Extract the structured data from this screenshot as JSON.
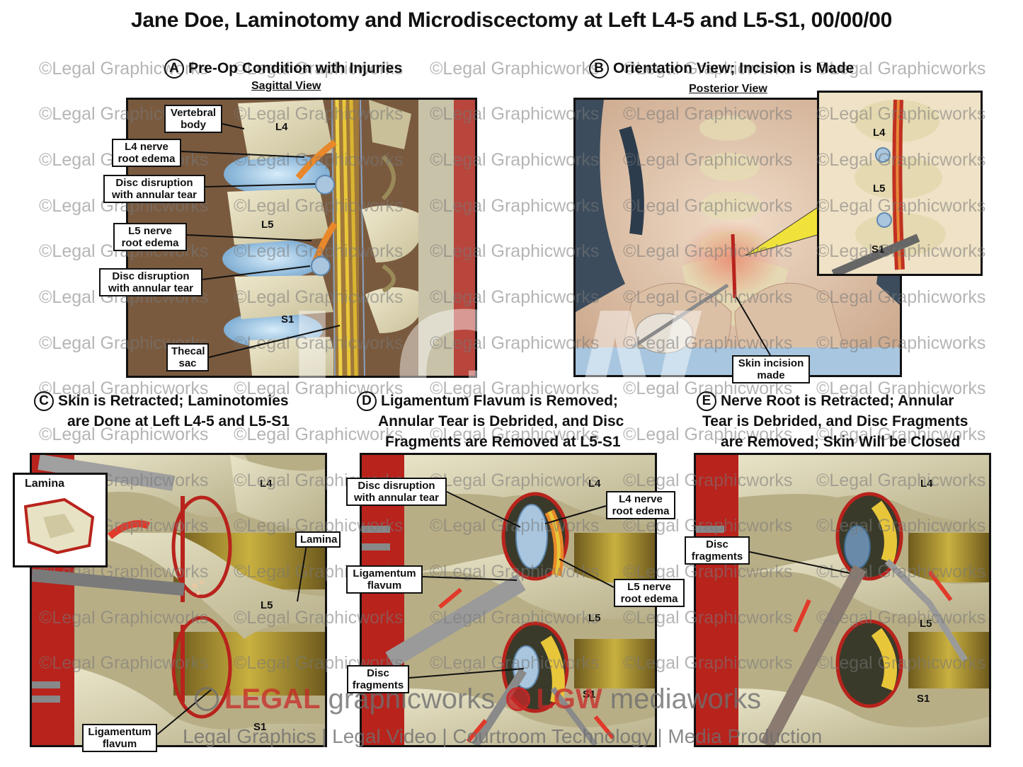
{
  "title": "Jane Doe, Laminotomy and Microdiscectomy at Left L4-5 and L5-S1, 00/00/00",
  "watermark": "©Legal Graphicworks",
  "big_watermark": "LGW",
  "panels": {
    "A": {
      "letter": "A",
      "heading": "Pre-Op Condition with Injuries",
      "subheading": "Sagittal View",
      "labels": {
        "vertebral_body": [
          "Vertebral",
          "body"
        ],
        "l4_edema": [
          "L4 nerve",
          "root edema"
        ],
        "disc1": [
          "Disc disruption",
          "with annular tear"
        ],
        "l5_edema": [
          "L5 nerve",
          "root edema"
        ],
        "disc2": [
          "Disc disruption",
          "with annular tear"
        ],
        "thecal": [
          "Thecal",
          "sac"
        ]
      },
      "levels": {
        "l4": "L4",
        "l5": "L5",
        "s1": "S1"
      }
    },
    "B": {
      "letter": "B",
      "heading": "Orientation View; Incision is Made",
      "subheading": "Posterior View",
      "labels": {
        "incision": [
          "Skin incision",
          "made"
        ]
      },
      "levels": {
        "l4": "L4",
        "l5": "L5",
        "s1": "S1"
      }
    },
    "C": {
      "letter": "C",
      "heading_lines": [
        "Skin is Retracted; Laminotomies",
        "are Done at Left L4-5 and L5-S1"
      ],
      "labels": {
        "lamina_inset": "Lamina",
        "lamina": "Lamina",
        "ligamentum": [
          "Ligamentum",
          "flavum"
        ]
      },
      "levels": {
        "l4": "L4",
        "l5": "L5",
        "s1": "S1"
      }
    },
    "D": {
      "letter": "D",
      "heading_lines": [
        "Ligamentum Flavum is Removed;",
        "Annular Tear is Debrided, and Disc",
        "Fragments are Removed at L5-S1"
      ],
      "labels": {
        "disc": [
          "Disc disruption",
          "with annular tear"
        ],
        "l4_edema": [
          "L4 nerve",
          "root edema"
        ],
        "ligamentum": [
          "Ligamentum",
          "flavum"
        ],
        "l5_edema": [
          "L5 nerve",
          "root edema"
        ],
        "fragments": [
          "Disc",
          "fragments"
        ]
      },
      "levels": {
        "l4": "L4",
        "l5": "L5",
        "s1": "S1"
      }
    },
    "E": {
      "letter": "E",
      "heading_lines": [
        "Nerve Root is Retracted; Annular",
        "Tear is Debrided, and Disc Fragments",
        "are Removed; Skin Will be Closed"
      ],
      "labels": {
        "fragments": [
          "Disc",
          "fragments"
        ]
      },
      "levels": {
        "l4": "L4",
        "l5": "L5",
        "s1": "S1"
      }
    }
  },
  "footer": {
    "legal": "LEGAL",
    "graphicworks": "graphicworks",
    "lgw": "LGW",
    "mediaworks": "mediaworks",
    "tagline": "Legal Graphics | Legal Video | Courtroom Technology | Media Production"
  },
  "colors": {
    "bone": "#ddd7b8",
    "nerve": "#e8c63a",
    "edema": "#e8882a",
    "disc_blue": "#9bc4e2",
    "tissue_red": "#b8231c",
    "background_brown": "#7a5a3e",
    "skin": "#e8d2bc"
  }
}
